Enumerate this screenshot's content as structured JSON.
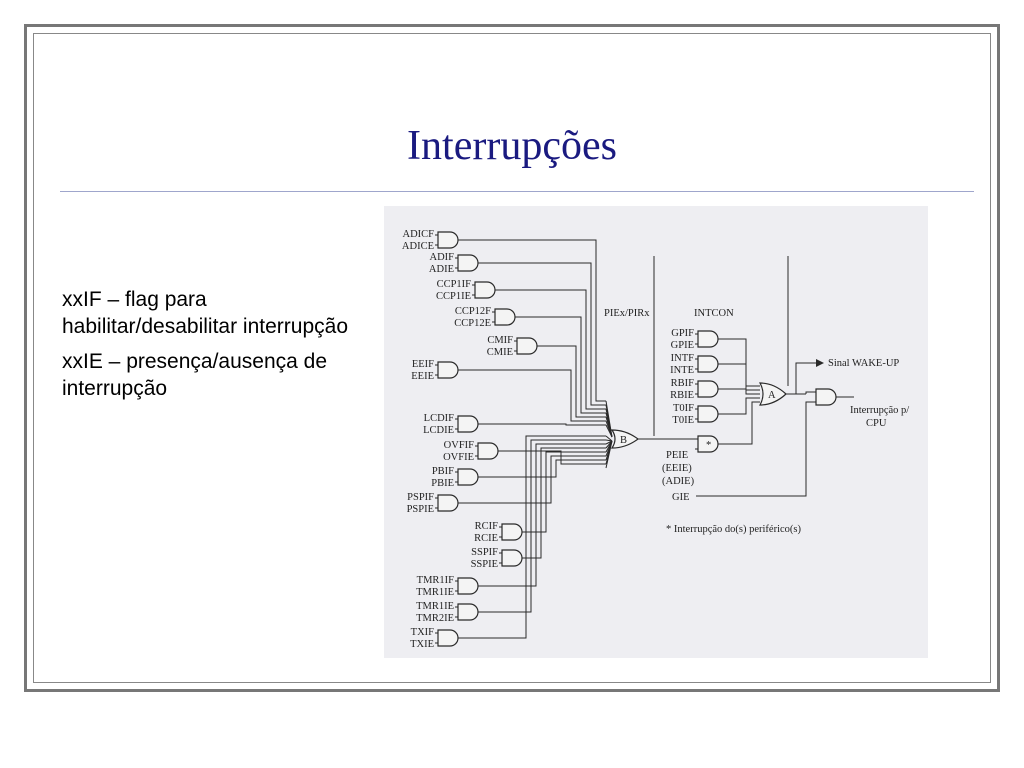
{
  "slide": {
    "title": "Interrupções",
    "notes": [
      "xxIF – flag para habilitar/desabilitar interrupção",
      "xxIE – presença/ausença de interrupção"
    ]
  },
  "diagram": {
    "peripheral_gates": [
      {
        "inputs": [
          "ADICF",
          "ADICE"
        ]
      },
      {
        "inputs": [
          "ADIF",
          "ADIE"
        ]
      },
      {
        "inputs": [
          "CCP1IF",
          "CCP1IE"
        ]
      },
      {
        "inputs": [
          "CCP12F",
          "CCP12E"
        ]
      },
      {
        "inputs": [
          "CMIF",
          "CMIE"
        ]
      },
      {
        "inputs": [
          "EEIF",
          "EEIE"
        ]
      },
      {
        "inputs": [
          "LCDIF",
          "LCDIE"
        ]
      },
      {
        "inputs": [
          "OVFIF",
          "OVFIE"
        ]
      },
      {
        "inputs": [
          "PBIF",
          "PBIE"
        ]
      },
      {
        "inputs": [
          "PSPIF",
          "PSPIE"
        ]
      },
      {
        "inputs": [
          "RCIF",
          "RCIE"
        ]
      },
      {
        "inputs": [
          "SSPIF",
          "SSPIE"
        ]
      },
      {
        "inputs": [
          "TMR1IF",
          "TMR1IE"
        ]
      },
      {
        "inputs": [
          "TMR1IE",
          "TMR2IE"
        ]
      },
      {
        "inputs": [
          "TXIF",
          "TXIE"
        ]
      }
    ],
    "pie_label": "PIEx/PIRx",
    "intcon_label": "INTCON",
    "intcon_gates": [
      {
        "inputs": [
          "GPIF",
          "GPIE"
        ]
      },
      {
        "inputs": [
          "INTF",
          "INTE"
        ]
      },
      {
        "inputs": [
          "RBIF",
          "RBIE"
        ]
      },
      {
        "inputs": [
          "T0IF",
          "T0IE"
        ]
      }
    ],
    "or_b_label": "B",
    "or_a_label": "A",
    "star_label": "*",
    "peie_labels": [
      "PEIE",
      "(EEIE)",
      "(ADIE)"
    ],
    "gie_label": "GIE",
    "wake_label": "Sinal WAKE-UP",
    "output_label_1": "Interrupção p/",
    "output_label_2": "CPU",
    "footnote": "* Interrupção do(s) periférico(s)"
  }
}
